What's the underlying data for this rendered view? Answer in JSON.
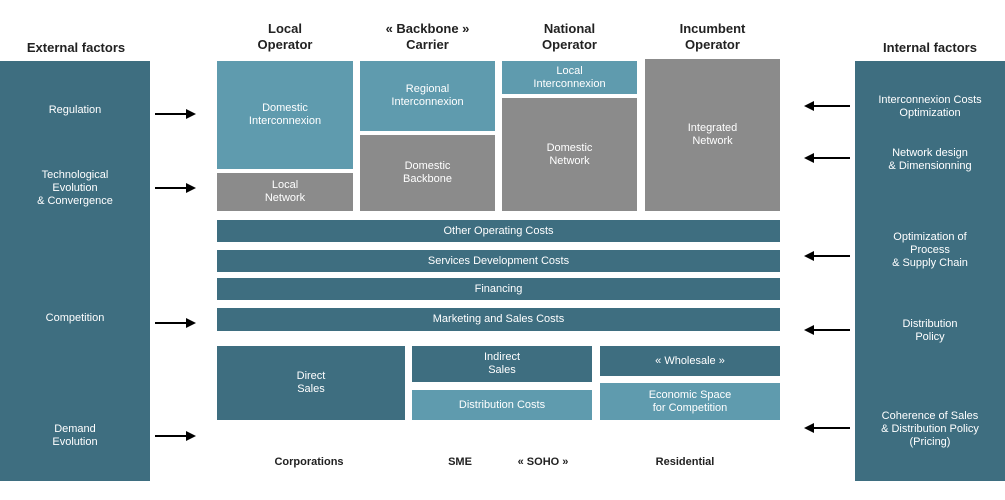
{
  "headers": {
    "external": "External factors",
    "internal": "Internal factors",
    "local_operator": "Local\nOperator",
    "backbone_carrier": "« Backbone »\nCarrier",
    "national_operator": "National\nOperator",
    "incumbent_operator": "Incumbent\nOperator"
  },
  "external_factors": [
    "Regulation",
    "Technological\nEvolution\n& Convergence",
    "Competition",
    "Demand\nEvolution"
  ],
  "internal_factors": [
    "Interconnexion Costs\nOptimization",
    "Network design\n& Dimensionning",
    "Optimization of\nProcess\n& Supply Chain",
    "Distribution\nPolicy",
    "Coherence of Sales\n& Distribution Policy\n(Pricing)"
  ],
  "network_blocks": {
    "local_domestic_interconnexion": "Domestic\nInterconnexion",
    "local_network": "Local\nNetwork",
    "regional_interconnexion": "Regional\nInterconnexion",
    "domestic_backbone": "Domestic\nBackbone",
    "national_local_interconnexion": "Local\nInterconnexion",
    "domestic_network": "Domestic\nNetwork",
    "integrated_network": "Integrated\nNetwork"
  },
  "cost_bars": [
    "Other Operating Costs",
    "Services Development Costs",
    "Financing",
    "Marketing and Sales Costs"
  ],
  "sales_blocks": {
    "direct_sales": "Direct\nSales",
    "indirect_sales": "Indirect\nSales",
    "distribution_costs": "Distribution Costs",
    "wholesale": "« Wholesale »",
    "economic_space": "Economic Space\nfor Competition"
  },
  "segments": [
    "Corporations",
    "SME",
    "« SOHO »",
    "Residential"
  ],
  "colors": {
    "dark_teal": "#3e6e80",
    "light_teal": "#5f9bae",
    "gray": "#8b8b8b"
  }
}
